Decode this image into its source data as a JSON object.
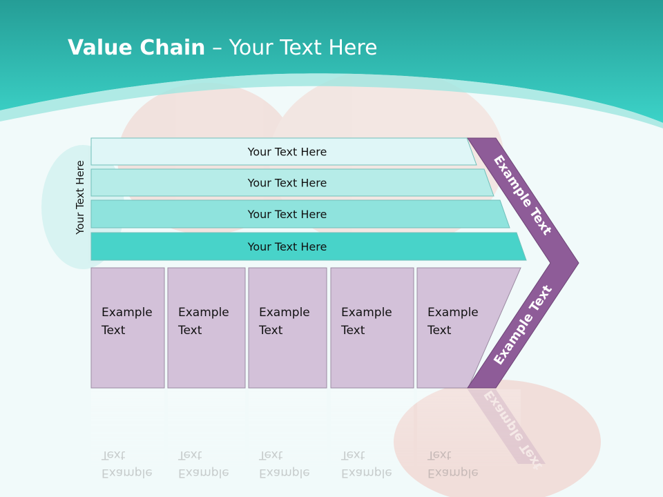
{
  "title": {
    "bold": "Value Chain",
    "rest": " – Your Text Here"
  },
  "side_label": "Your Text Here",
  "bars": [
    {
      "label": "Your Text Here",
      "color": "#dff6f7"
    },
    {
      "label": "Your Text Here",
      "color": "#b6ece8"
    },
    {
      "label": "Your Text Here",
      "color": "#8fe3dd"
    },
    {
      "label": "Your Text Here",
      "color": "#48d3c9"
    }
  ],
  "boxes": [
    {
      "line1": "Example",
      "line2": "Text"
    },
    {
      "line1": "Example",
      "line2": "Text"
    },
    {
      "line1": "Example",
      "line2": "Text"
    },
    {
      "line1": "Example",
      "line2": "Text"
    },
    {
      "line1": "Example",
      "line2": "Text"
    }
  ],
  "chevron": {
    "top_label": "Example Text",
    "bottom_label": "Example Text",
    "color": "#8e5c98"
  },
  "colors": {
    "header": "#2fc5bd",
    "box_fill": "#d3c1d9",
    "box_stroke": "#9b8aa2"
  }
}
